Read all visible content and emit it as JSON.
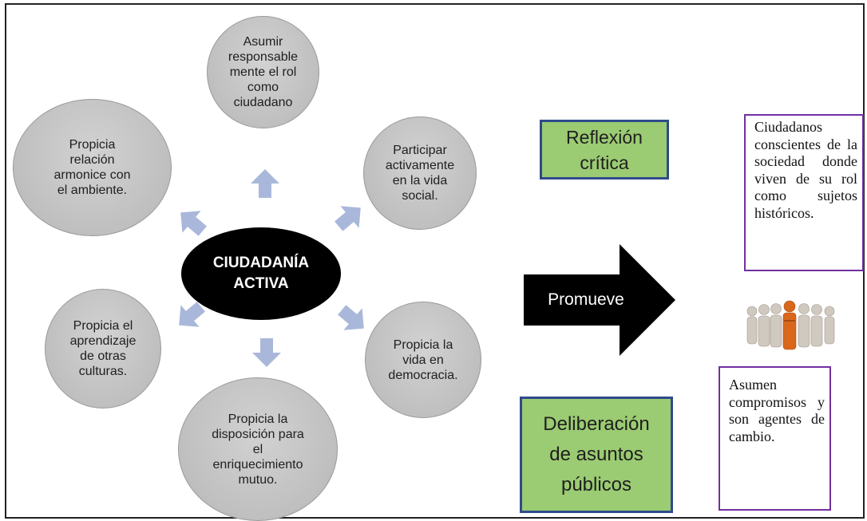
{
  "center": {
    "label": "CIUDADANÍA\nACTIVA"
  },
  "bubbles": [
    "Asumir\nresponsable\nmente el rol\ncomo\nciudadano",
    "Participar\nactivamente\nen la vida\nsocial.",
    "Propicia la\nvida en\ndemocracia.",
    "Propicia la\ndisposición para\nel\nenriquecimiento\nmutuo.",
    "Propicia el\naprendizaje\nde otras\nculturas.",
    "Propicia\nrelación\narmonice con\nel ambiente."
  ],
  "promueve": {
    "label": "Promueve"
  },
  "green_boxes": {
    "reflexion": "Reflexión\ncrítica",
    "deliberacion": "Deliberación\nde asuntos\npúblicos"
  },
  "notes": {
    "top": "Ciudadanos conscientes de la sociedad donde viven de su rol como sujetos históricos.",
    "bottom": "Asumen compromisos y son agentes de cambio."
  },
  "colors": {
    "bubble": "#c0c0c0",
    "arrow": "#a9b8da",
    "green_fill": "#9bcb72",
    "green_border": "#2f4b8c",
    "note_border": "#7030a0",
    "center": "#000000"
  }
}
